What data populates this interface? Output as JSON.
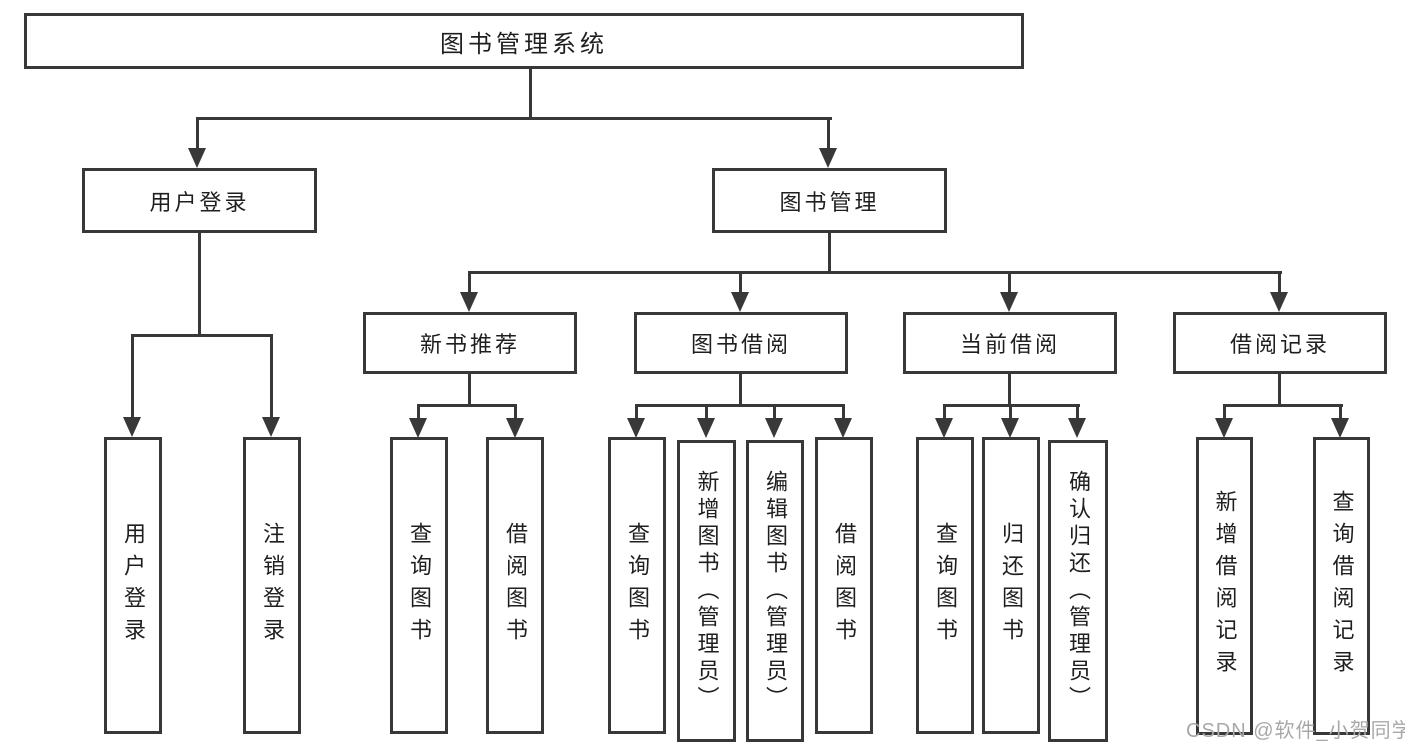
{
  "diagram": {
    "root": "图书管理系统",
    "level2": {
      "user_login": "用户登录",
      "book_management": "图书管理"
    },
    "level3": {
      "new_book": "新书推荐",
      "book_borrow": "图书借阅",
      "current_borrow": "当前借阅",
      "borrow_record": "借阅记录"
    },
    "leaves": {
      "user_login": [
        "用户登录",
        "注销登录"
      ],
      "new_book": [
        "查询图书",
        "借阅图书"
      ],
      "book_borrow": [
        "查询图书",
        "新增图书（管理员）",
        "编辑图书（管理员）",
        "借阅图书"
      ],
      "current_borrow": [
        "查询图书",
        "归还图书",
        "确认归还（管理员）"
      ],
      "borrow_record": [
        "新增借阅记录",
        "查询借阅记录"
      ]
    }
  },
  "watermark": "CSDN @软件_小贺同学",
  "colors": {
    "line": "#383838",
    "text": "#1f1f1f",
    "watermark": "#a8a8a8",
    "background": "#ffffff"
  }
}
